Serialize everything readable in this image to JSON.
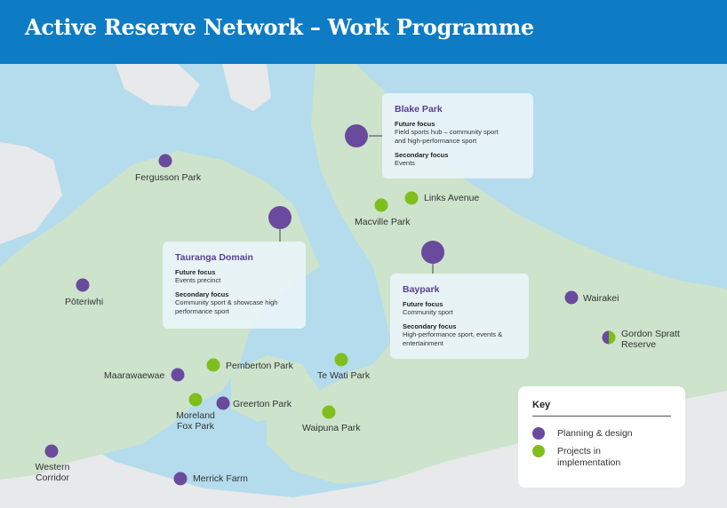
{
  "title": "Active Reserve Network – Work Programme",
  "colors": {
    "header": "#0e7cc4",
    "water": "#b4dcec",
    "land": "#cde3cc",
    "outer_land": "#e7e9ea",
    "planning": "#6a4a9c",
    "implementation": "#7fbe1c",
    "title_accent": "#5b3f92"
  },
  "features": [
    {
      "id": "blake-park",
      "name": "Blake Park",
      "status": "planning",
      "major": true
    },
    {
      "id": "tauranga-domain",
      "name": "Tauranga Domain",
      "status": "planning",
      "major": true
    },
    {
      "id": "baypark",
      "name": "Baypark",
      "status": "planning",
      "major": true
    },
    {
      "id": "fergusson-park",
      "name": "Fergusson Park",
      "status": "planning"
    },
    {
      "id": "poteriwhi",
      "name": "Pōteriwhi",
      "status": "planning"
    },
    {
      "id": "links-avenue",
      "name": "Links Avenue",
      "status": "implementation"
    },
    {
      "id": "macville-park",
      "name": "Macville Park",
      "status": "implementation"
    },
    {
      "id": "wairakei",
      "name": "Wairakei",
      "status": "planning"
    },
    {
      "id": "gordon-spratt-reserve",
      "name": "Gordon Spratt Reserve",
      "status": "both"
    },
    {
      "id": "pemberton-park",
      "name": "Pemberton Park",
      "status": "implementation"
    },
    {
      "id": "te-wati-park",
      "name": "Te Wati Park",
      "status": "implementation"
    },
    {
      "id": "maarawaewae",
      "name": "Maarawaewae",
      "status": "planning"
    },
    {
      "id": "moreland-fox-park",
      "name": "Moreland Fox Park",
      "status": "implementation"
    },
    {
      "id": "greerton-park",
      "name": "Greerton Park",
      "status": "planning"
    },
    {
      "id": "waipuna-park",
      "name": "Waipuna Park",
      "status": "implementation"
    },
    {
      "id": "western-corridor",
      "name": "Western Corridor",
      "status": "planning"
    },
    {
      "id": "merrick-farm",
      "name": "Merrick Farm",
      "status": "planning"
    }
  ],
  "labels": {
    "fergusson": "Fergusson Park",
    "poteriwhi": "Pōteriwhi",
    "links": "Links Avenue",
    "macville": "Macville Park",
    "wairakei": "Wairakei",
    "gordon_1": "Gordon Spratt",
    "gordon_2": "Reserve",
    "pemberton": "Pemberton Park",
    "tewati": "Te Wati Park",
    "maarawaewae": "Maarawaewae",
    "moreland_1": "Moreland",
    "moreland_2": "Fox Park",
    "greerton": "Greerton Park",
    "waipuna": "Waipuna Park",
    "western_1": "Western",
    "western_2": "Corridor",
    "merrick": "Merrick Farm"
  },
  "callouts": {
    "blake": {
      "title": "Blake Park",
      "future_heading": "Future focus",
      "future_lines": [
        "Field sports hub – community sport",
        "and high-performance sport"
      ],
      "secondary_heading": "Secondary focus",
      "secondary_lines": [
        "Events"
      ]
    },
    "domain": {
      "title": "Tauranga Domain",
      "future_heading": "Future focus",
      "future_lines": [
        "Events precinct"
      ],
      "secondary_heading": "Secondary focus",
      "secondary_lines": [
        "Community sport & showcase high",
        "performance sport"
      ]
    },
    "baypark": {
      "title": "Baypark",
      "future_heading": "Future focus",
      "future_lines": [
        "Community sport"
      ],
      "secondary_heading": "Secondary focus",
      "secondary_lines": [
        "High-performance sport, events &",
        "entertainment"
      ]
    }
  },
  "legend": {
    "title": "Key",
    "items": [
      {
        "label_1": "Planning & design",
        "label_2": "",
        "color": "#6a4a9c"
      },
      {
        "label_1": "Projects in",
        "label_2": "implementation",
        "color": "#7fbe1c"
      }
    ]
  }
}
